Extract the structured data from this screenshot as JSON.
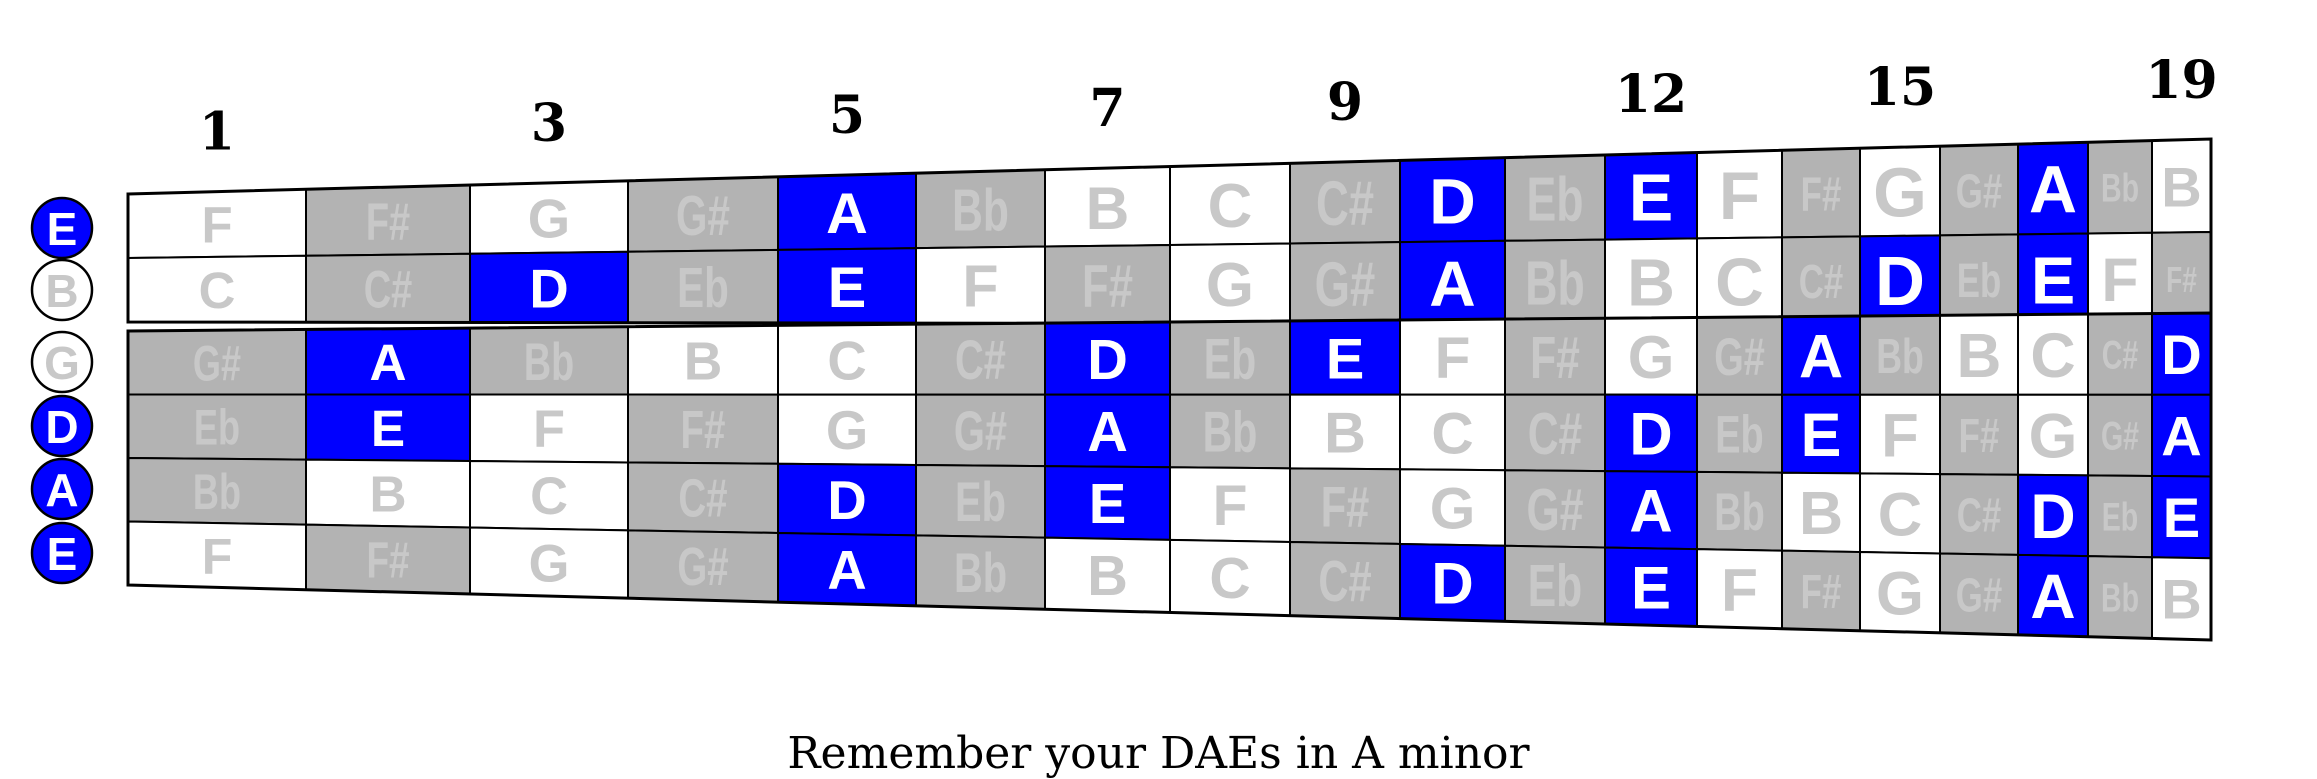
{
  "title": "",
  "caption": "Remember your DAEs in A minor",
  "fret_markers": [
    {
      "fret": 1,
      "label": "1"
    },
    {
      "fret": 3,
      "label": "3"
    },
    {
      "fret": 5,
      "label": "5"
    },
    {
      "fret": 7,
      "label": "7"
    },
    {
      "fret": 9,
      "label": "9"
    },
    {
      "fret": 12,
      "label": "12"
    },
    {
      "fret": 15,
      "label": "15"
    },
    {
      "fret": 19,
      "label": "19"
    }
  ],
  "highlight_notes": [
    "D",
    "A",
    "E"
  ],
  "colors": {
    "highlight": "#0000ff",
    "sharp_flat_cell": "#b3b3b3",
    "natural_cell": "#ffffff",
    "dim_text": "#c8c8c8",
    "highlight_text": "#ffffff",
    "border": "#000000"
  },
  "strings": [
    {
      "open": "E",
      "notes": [
        "F",
        "F#",
        "G",
        "G#",
        "A",
        "Bb",
        "B",
        "C",
        "C#",
        "D",
        "Eb",
        "E",
        "F",
        "F#",
        "G",
        "G#",
        "A",
        "Bb",
        "B"
      ]
    },
    {
      "open": "B",
      "notes": [
        "C",
        "C#",
        "D",
        "Eb",
        "E",
        "F",
        "F#",
        "G",
        "G#",
        "A",
        "Bb",
        "B",
        "C",
        "C#",
        "D",
        "Eb",
        "E",
        "F",
        "F#"
      ]
    },
    {
      "open": "G",
      "notes": [
        "G#",
        "A",
        "Bb",
        "B",
        "C",
        "C#",
        "D",
        "Eb",
        "E",
        "F",
        "F#",
        "G",
        "G#",
        "A",
        "Bb",
        "B",
        "C",
        "C#",
        "D"
      ]
    },
    {
      "open": "D",
      "notes": [
        "Eb",
        "E",
        "F",
        "F#",
        "G",
        "G#",
        "A",
        "Bb",
        "B",
        "C",
        "C#",
        "D",
        "Eb",
        "E",
        "F",
        "F#",
        "G",
        "G#",
        "A"
      ]
    },
    {
      "open": "A",
      "notes": [
        "Bb",
        "B",
        "C",
        "C#",
        "D",
        "Eb",
        "E",
        "F",
        "F#",
        "G",
        "G#",
        "A",
        "Bb",
        "B",
        "C",
        "C#",
        "D",
        "Eb",
        "E"
      ]
    },
    {
      "open": "E",
      "notes": [
        "F",
        "F#",
        "G",
        "G#",
        "A",
        "Bb",
        "B",
        "C",
        "C#",
        "D",
        "Eb",
        "E",
        "F",
        "F#",
        "G",
        "G#",
        "A",
        "Bb",
        "B"
      ]
    }
  ]
}
